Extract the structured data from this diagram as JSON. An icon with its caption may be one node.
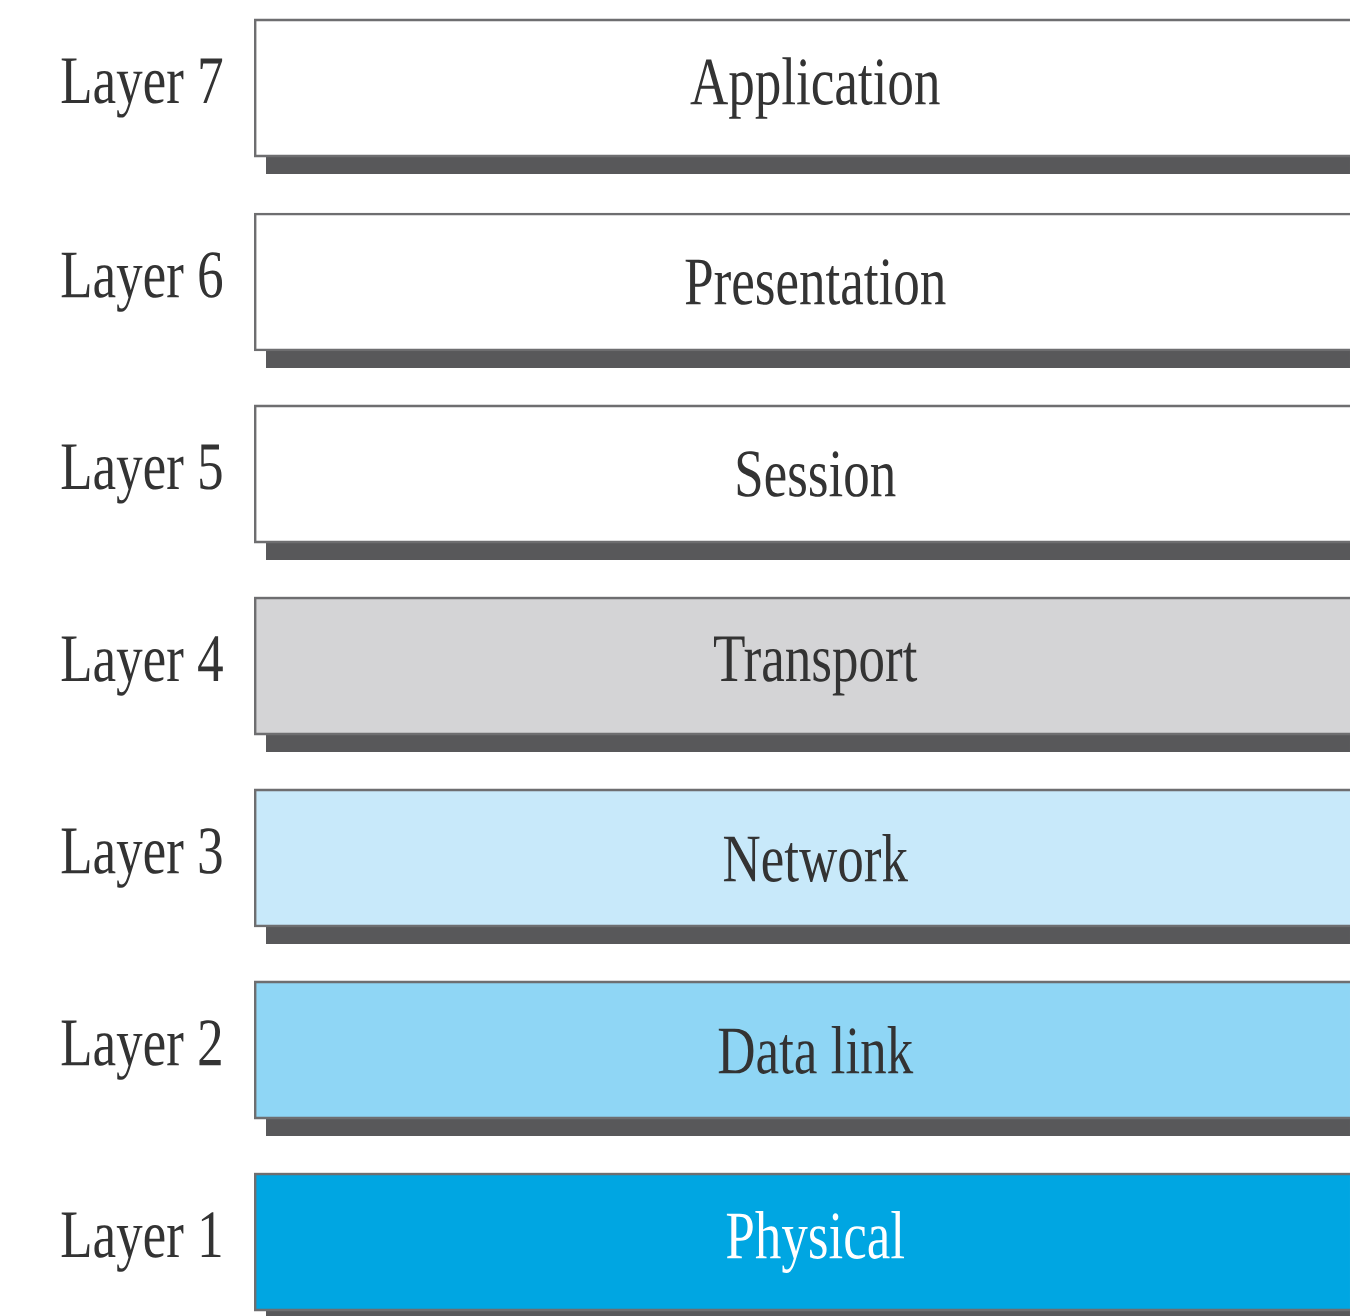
{
  "diagram": {
    "nodes": [
      {
        "text": [
          "Application"
        ],
        "beside": [
          "Layer 7"
        ]
      },
      {
        "text": [
          "Presentation"
        ],
        "beside": [
          "Layer 6"
        ]
      },
      {
        "text": [
          "Session"
        ],
        "beside": [
          "Layer 5"
        ]
      },
      {
        "text": [
          "Transport"
        ],
        "beside": [
          "Layer 4"
        ]
      },
      {
        "text": [
          "Network"
        ],
        "beside": [
          "Layer 3"
        ]
      },
      {
        "text": [
          "Data link"
        ],
        "beside": [
          "Layer 2"
        ]
      },
      {
        "text": [
          "Physical"
        ],
        "beside": [
          "Layer 1"
        ]
      }
    ]
  }
}
